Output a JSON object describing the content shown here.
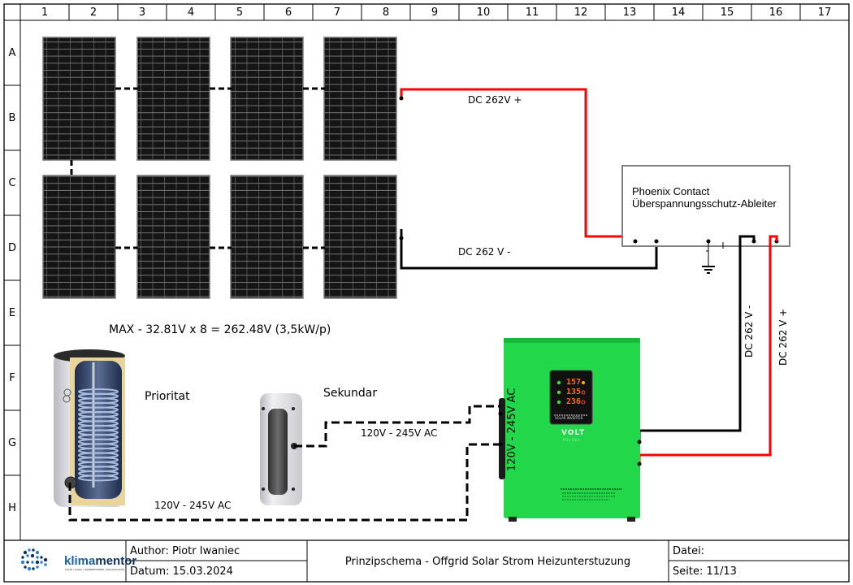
{
  "grid": {
    "columns": [
      "1",
      "2",
      "3",
      "4",
      "5",
      "6",
      "7",
      "8",
      "9",
      "10",
      "11",
      "12",
      "13",
      "14",
      "15",
      "16",
      "17"
    ],
    "rows": [
      "A",
      "B",
      "C",
      "D",
      "E",
      "F",
      "G",
      "H"
    ]
  },
  "labels": {
    "dc_plus_top": "DC 262V +",
    "dc_minus_top": "DC 262 V -",
    "dc_minus_vertical": "DC 262 V -",
    "dc_plus_vertical": "DC 262 V +",
    "max_formula": "MAX - 32.81V x 8 = 262.48V (3,5kW/p)",
    "priority_tank": "Prioritat",
    "secondary_tank": "Sekundar",
    "ac_upper": "120V - 245V AC",
    "ac_lower": "120V - 245V AC",
    "ac_inverter": "120V - 245V AC"
  },
  "surge_protector": {
    "line1": "Phoenix Contact",
    "line2": "Überspannungsschutz-Ableiter"
  },
  "inverter": {
    "brand": "VOLT",
    "sub_brand": "POLSKA",
    "display_values": [
      "157",
      "135",
      "236"
    ],
    "panel_label": "SOLAR INVERTER",
    "body_color": "#22d84a"
  },
  "solar_panels": {
    "count": 8
  },
  "title_block": {
    "logo_text_1": "klima",
    "logo_text_2": "mentor",
    "logo_tagline": "KÄLTE | KLIMA | WÄRMEPUMPEN | PHOTOVOLTAIK",
    "author": "Author: Piotr Iwaniec",
    "date": "Datum: 15.03.2024",
    "title": "Prinzipschema - Offgrid Solar Strom Heizunterstuzung",
    "file": "Datei:",
    "page": "Seite: 11/13"
  },
  "colors": {
    "dc_plus": "#ff0000",
    "dc_minus": "#000000",
    "frame": "#000000",
    "logo_blue": "#1a5fa8"
  }
}
